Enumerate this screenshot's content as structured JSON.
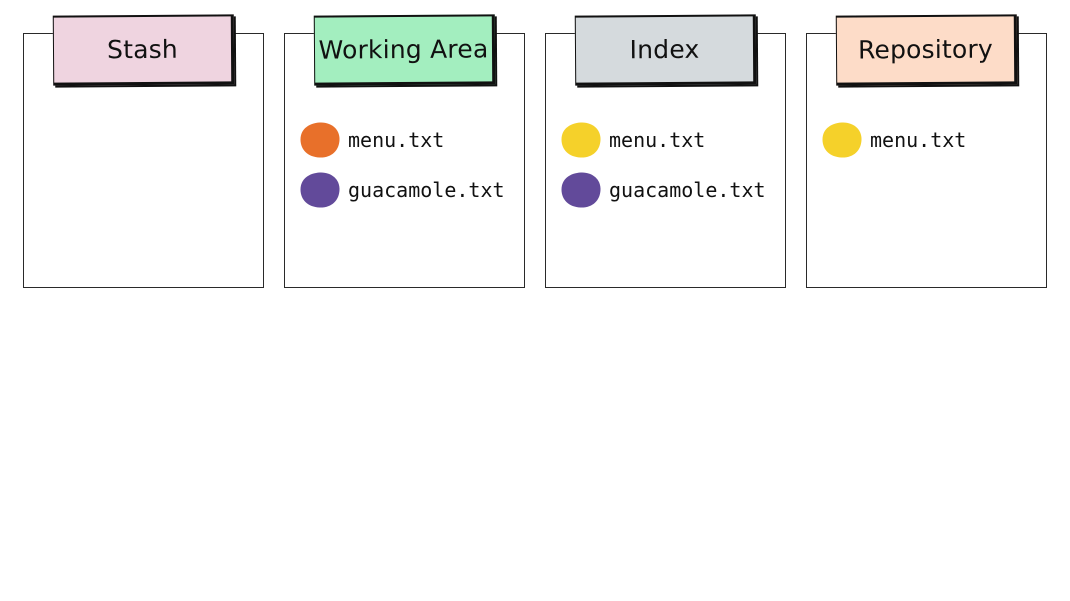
{
  "areas": [
    {
      "name": "Stash",
      "tab_color": "#efd4e0",
      "files": []
    },
    {
      "name": "Working Area",
      "tab_color": "#a3eebf",
      "files": [
        {
          "name": "menu.txt",
          "color": "#e8702a",
          "icon": "orange-dot"
        },
        {
          "name": "guacamole.txt",
          "color": "#624a9a",
          "icon": "purple-dot"
        }
      ]
    },
    {
      "name": "Index",
      "tab_color": "#d5dadd",
      "files": [
        {
          "name": "menu.txt",
          "color": "#f5d12a",
          "icon": "yellow-dot"
        },
        {
          "name": "guacamole.txt",
          "color": "#624a9a",
          "icon": "purple-dot"
        }
      ]
    },
    {
      "name": "Repository",
      "tab_color": "#fddcc8",
      "files": [
        {
          "name": "menu.txt",
          "color": "#f5d12a",
          "icon": "yellow-dot"
        }
      ]
    }
  ]
}
